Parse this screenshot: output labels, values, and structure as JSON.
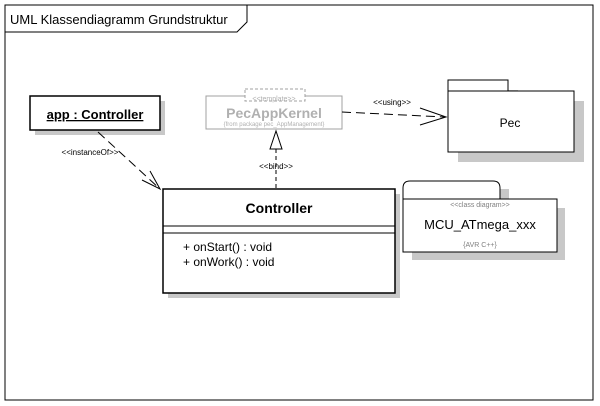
{
  "frame": {
    "title": "UML Klassendiagramm Grundstruktur"
  },
  "instance": {
    "label": "app : Controller"
  },
  "template_class": {
    "stereotype": "<<template>>",
    "name": "PecAppKernel",
    "package_note": "{from package pec_AppManagement}"
  },
  "package_pec": {
    "name": "Pec"
  },
  "package_mcu": {
    "stereotype": "<<class diagram>>",
    "name": "MCU_ATmega_xxx",
    "note": "{AVR C++}"
  },
  "controller_class": {
    "name": "Controller",
    "operations": [
      "+ onStart() : void",
      "+ onWork() : void"
    ]
  },
  "relations": {
    "using": "<<using>>",
    "instance_of": "<<instanceOf>>",
    "bind": "<<bind>>"
  },
  "colors": {
    "template_border": "#a0a0a0",
    "template_text": "#b0b0b0",
    "shadow": "#c8c8c8"
  }
}
